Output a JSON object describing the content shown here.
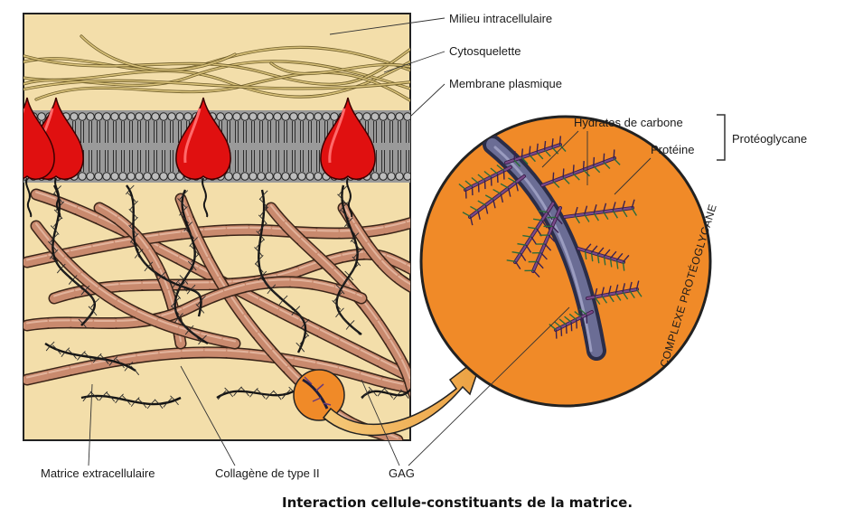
{
  "labels": {
    "milieu": "Milieu intracellulaire",
    "cytosquelette": "Cytosquelette",
    "membrane": "Membrane plasmique",
    "hydrates": "Hydrates de carbone",
    "proteine": "Protéine",
    "proteoglycane": "Protéoglycane",
    "complexe": "COMPLEXE PROTÉOGLYCANE",
    "matrice": "Matrice extracellulaire",
    "collagene": "Collagène de type II",
    "gag": "GAG"
  },
  "caption": "Interaction cellule-constituants de la matrice.",
  "colors": {
    "background_panel": "#f3deaa",
    "membrane": "#8a8a8a",
    "receptor": "#e01010",
    "collagen": "#c98a6e",
    "proteoglycan_circle": "#f08a28",
    "core_protein": "#5d5f86",
    "side_chain": "#7a4a8a",
    "arrow": "#f1b55b"
  }
}
